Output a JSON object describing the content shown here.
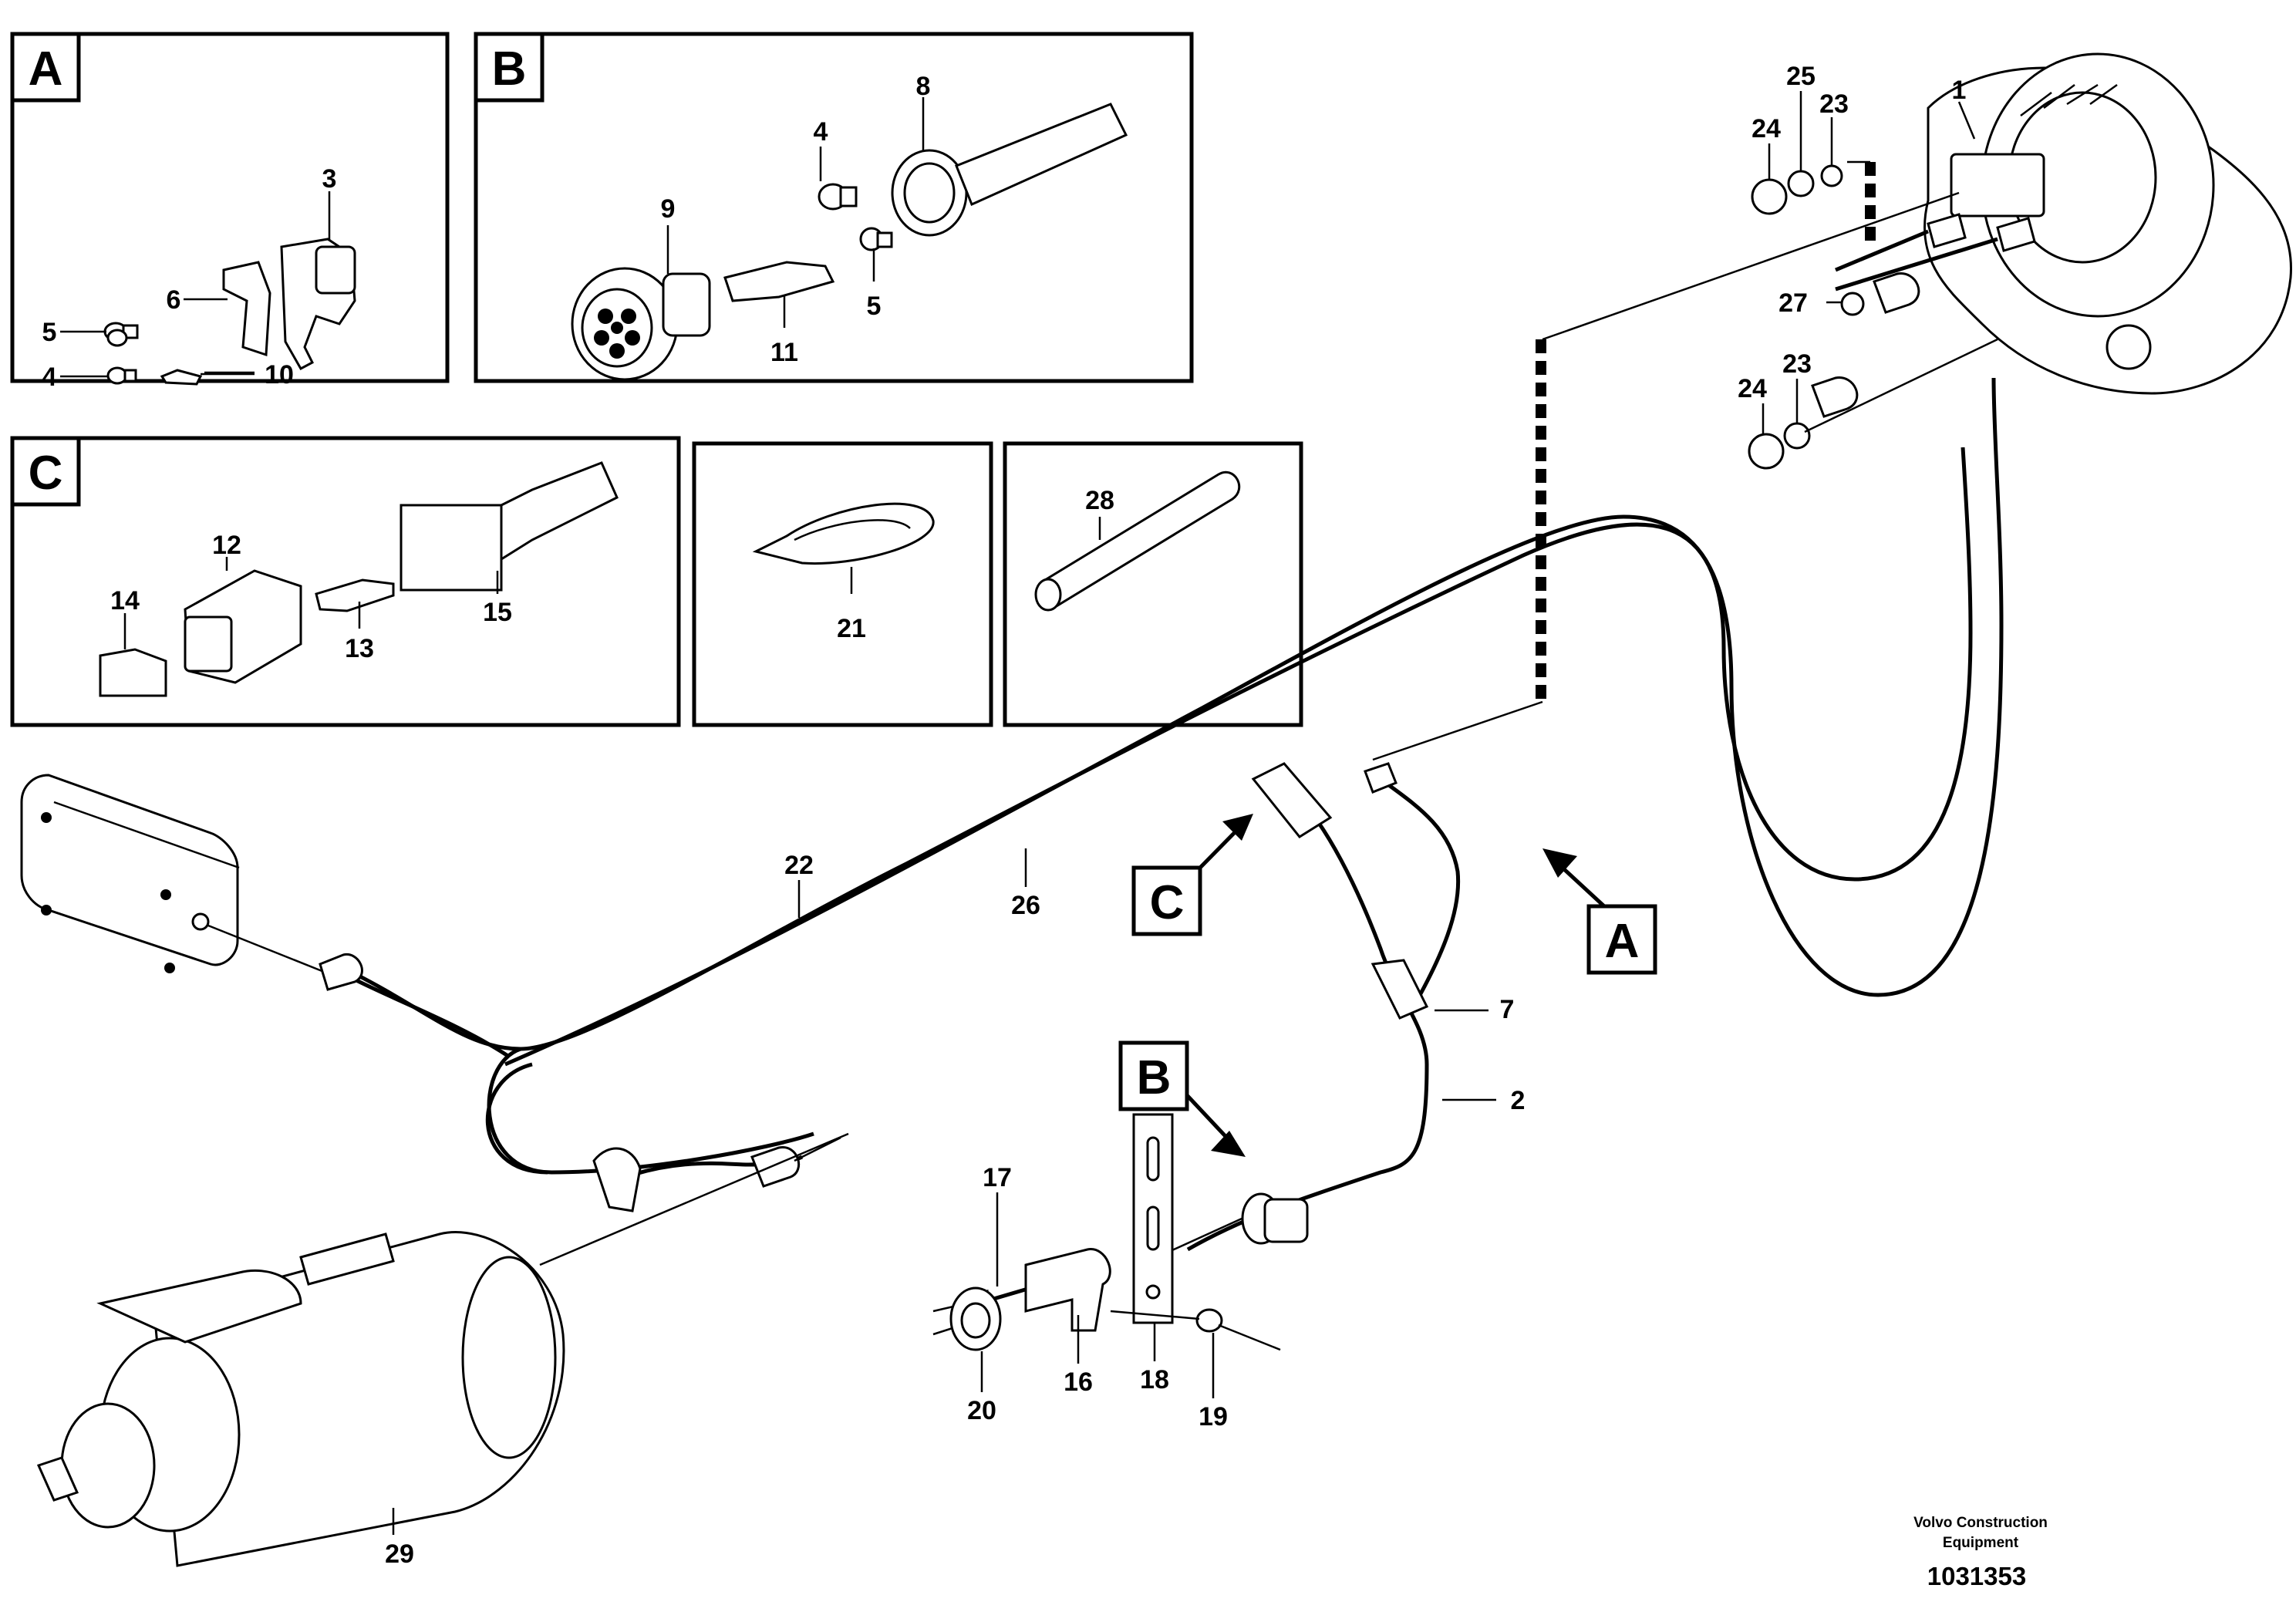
{
  "inset_boxes": {
    "A": {
      "letter": "A",
      "callouts": [
        "3",
        "6",
        "5",
        "4",
        "10"
      ]
    },
    "B": {
      "letter": "B",
      "callouts": [
        "8",
        "4",
        "9",
        "5",
        "11"
      ]
    },
    "C": {
      "letter": "C",
      "callouts": [
        "12",
        "14",
        "13",
        "15"
      ]
    },
    "tie": {
      "callout": "21"
    },
    "sleeve": {
      "callout": "28"
    }
  },
  "main_callouts": {
    "c1": "1",
    "c25": "25",
    "c23a": "23",
    "c24a": "24",
    "c27": "27",
    "c24b": "24",
    "c23b": "23",
    "c22": "22",
    "c26": "26",
    "c7": "7",
    "c2": "2",
    "c17": "17",
    "c16": "16",
    "c18": "18",
    "c19": "19",
    "c20": "20",
    "c29": "29"
  },
  "detail_refs": {
    "A": "A",
    "B": "B",
    "C": "C"
  },
  "footer": {
    "line1": "Volvo Construction",
    "line2": "Equipment",
    "number": "1031353"
  }
}
